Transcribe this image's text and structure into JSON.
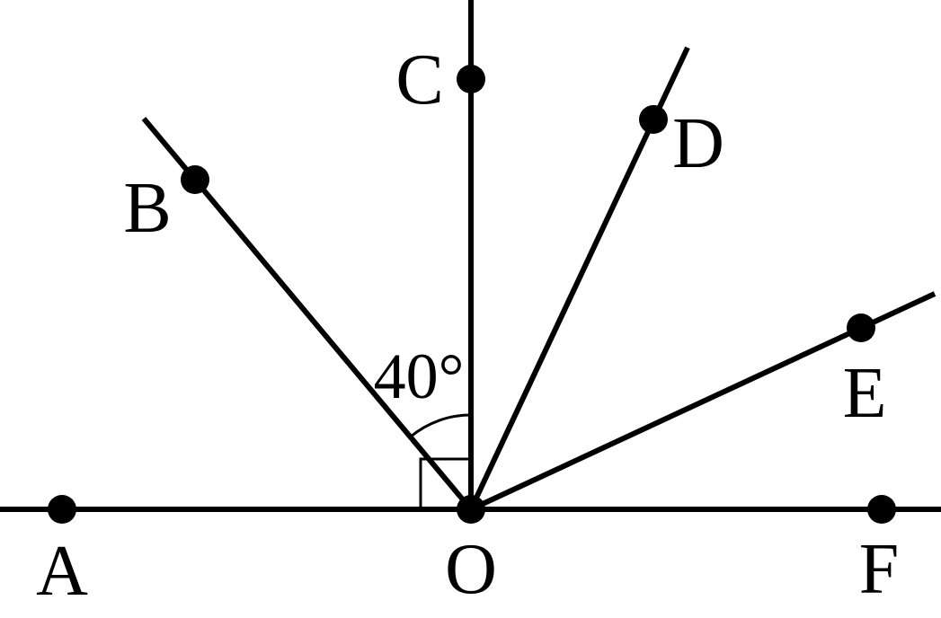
{
  "diagram": {
    "points": {
      "A": "A",
      "B": "B",
      "C": "C",
      "D": "D",
      "E": "E",
      "F": "F",
      "O": "O"
    },
    "angle_BOC": "40°",
    "right_angle_marker": "AOC"
  }
}
